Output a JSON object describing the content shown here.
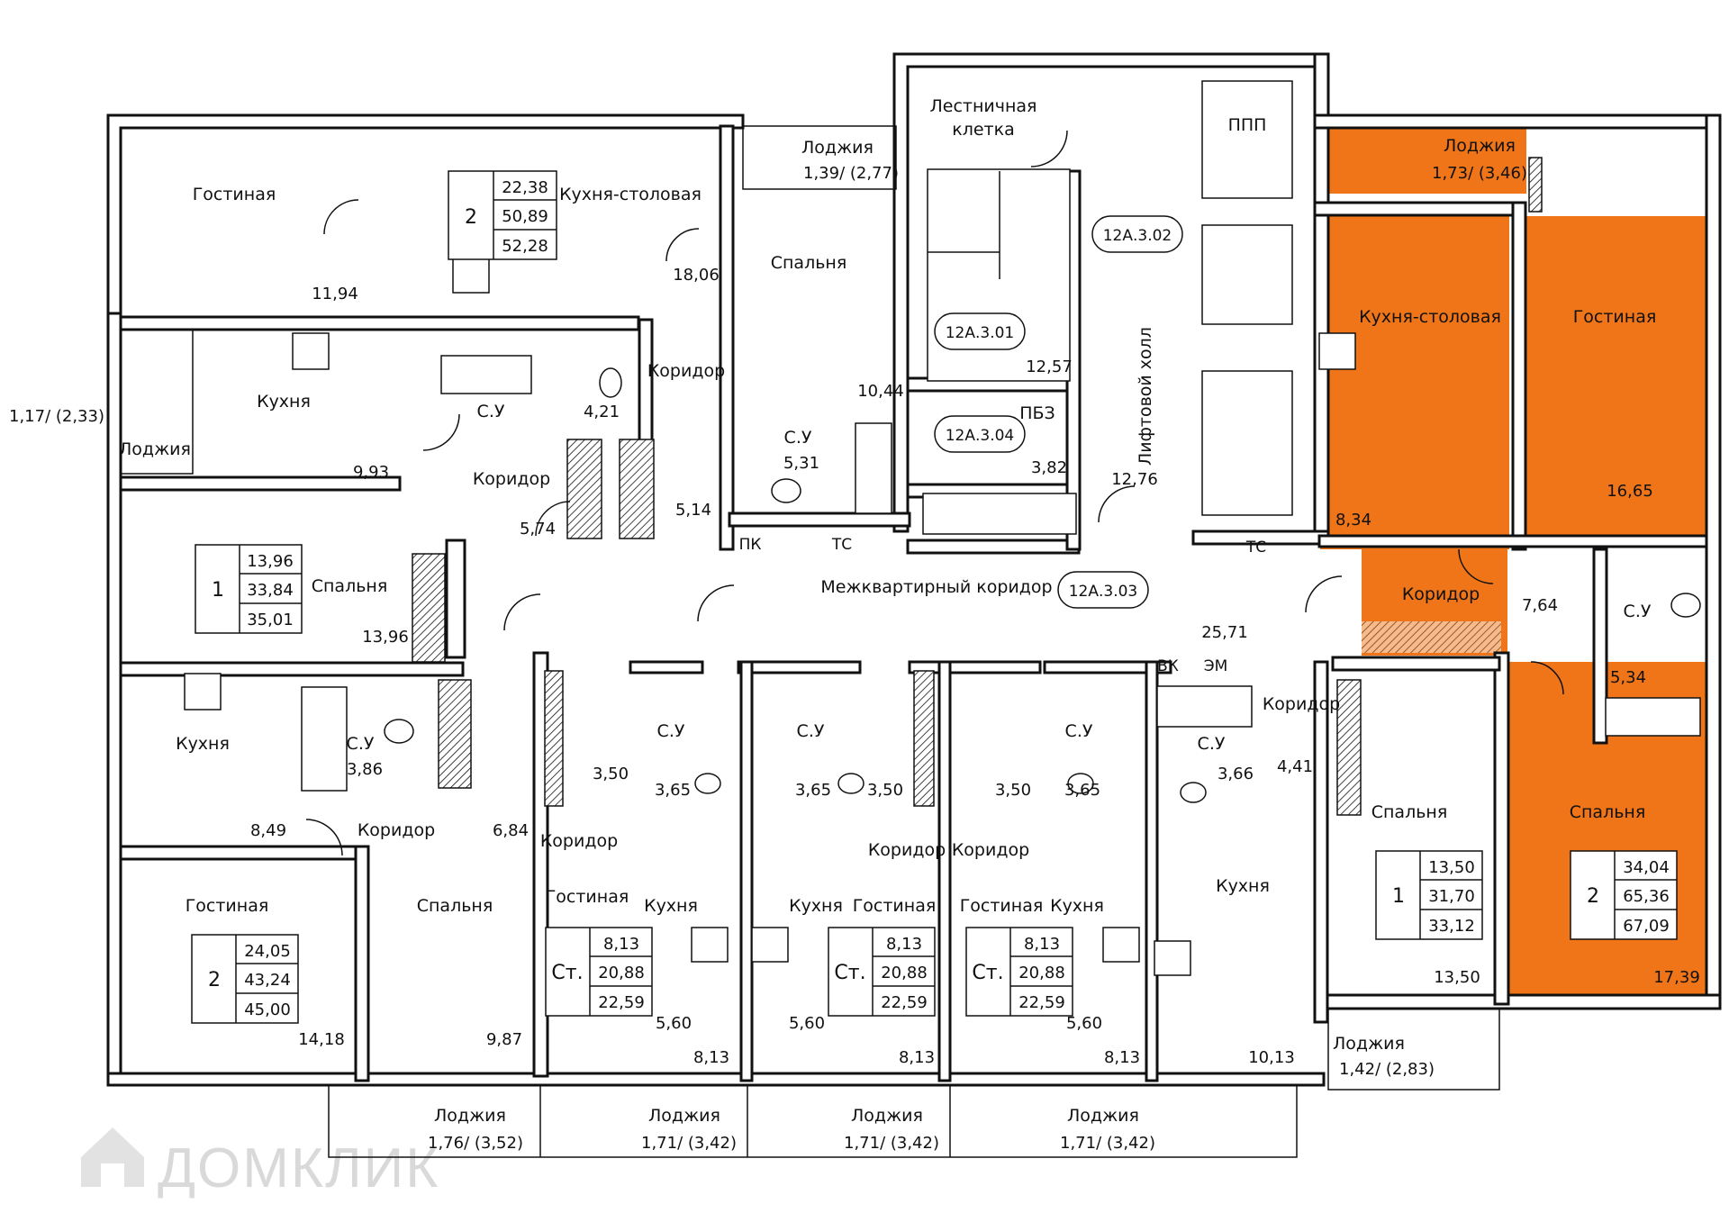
{
  "colors": {
    "highlight": "#ef7518",
    "wall": "#111111",
    "background": "#ffffff",
    "watermark": "#d9d9d9"
  },
  "watermark": "ДОМКЛИК",
  "service_rooms": [
    {
      "id": "stair",
      "label": "Лестничная клетка",
      "label_l1": "Лестничная",
      "label_l2": "клетка",
      "area": "12,57",
      "tag": "12А.3.01"
    },
    {
      "id": "elev_hall",
      "label": "Лифтовой холл",
      "area": "12,76",
      "tag": "12А.3.02"
    },
    {
      "id": "corridor_common",
      "label": "Межквартирный коридор",
      "area": "25,71",
      "tag": "12А.3.03"
    },
    {
      "id": "pbz",
      "label": "ПБЗ",
      "area": "3,82",
      "tag": "12А.3.04"
    },
    {
      "id": "ppp",
      "label": "ППП"
    }
  ],
  "markers": {
    "pk": "ПК",
    "ts1": "ТС",
    "ts2": "ТС",
    "vk": "ВК",
    "em": "ЭМ"
  },
  "apartments": [
    {
      "id": "a1",
      "rooms": "2",
      "living": "22,38",
      "total": "50,89",
      "total_loggia": "52,28",
      "spaces": [
        {
          "name": "Гостиная",
          "area": "11,94"
        },
        {
          "name": "Кухня-столовая",
          "area": "18,06"
        },
        {
          "name": "Лоджия",
          "area": "1,39/ (2,77)"
        }
      ]
    },
    {
      "id": "a2",
      "rooms": "1",
      "living": "13,96",
      "total": "33,84",
      "total_loggia": "35,01",
      "spaces": [
        {
          "name": "Кухня",
          "area": "9,93"
        },
        {
          "name": "С.У",
          "area": "4,21"
        },
        {
          "name": "Коридор",
          "area": "5,74"
        },
        {
          "name": "Спальня",
          "area": "13,96"
        },
        {
          "name": "Лоджия",
          "area": "1,17/ (2,33)"
        }
      ]
    },
    {
      "id": "a3",
      "spaces": [
        {
          "name": "Спальня",
          "area": "10,44"
        },
        {
          "name": "Коридор",
          "area": "5,14"
        },
        {
          "name": "С.У",
          "area": "5,31"
        }
      ]
    },
    {
      "id": "a4",
      "rooms": "2",
      "living": "24,05",
      "total": "43,24",
      "total_loggia": "45,00",
      "spaces": [
        {
          "name": "Кухня",
          "area": "8,49"
        },
        {
          "name": "С.У",
          "area": "3,86"
        },
        {
          "name": "Коридор",
          "area": "6,84"
        },
        {
          "name": "Гостиная",
          "area": "14,18"
        },
        {
          "name": "Спальня",
          "area": "9,87"
        },
        {
          "name": "Лоджия",
          "area": "1,76/ (3,52)"
        }
      ]
    },
    {
      "id": "s1",
      "rooms": "Ст.",
      "living": "8,13",
      "total": "20,88",
      "total_loggia": "22,59",
      "spaces": [
        {
          "name": "С.У",
          "area": "3,65"
        },
        {
          "name": "Коридор",
          "area": "3,50"
        },
        {
          "name": "Гостиная",
          "area": "8,13"
        },
        {
          "name": "Кухня",
          "area": "5,60"
        },
        {
          "name": "Лоджия",
          "area": "1,71/ (3,42)"
        }
      ]
    },
    {
      "id": "s2",
      "rooms": "Ст.",
      "living": "8,13",
      "total": "20,88",
      "total_loggia": "22,59",
      "spaces": [
        {
          "name": "С.У",
          "area": "3,65"
        },
        {
          "name": "Коридор",
          "area": "3,50"
        },
        {
          "name": "Гостиная",
          "area": "8,13"
        },
        {
          "name": "Кухня",
          "area": "5,60"
        },
        {
          "name": "Лоджия",
          "area": "1,71/ (3,42)"
        }
      ]
    },
    {
      "id": "s3",
      "rooms": "Ст.",
      "living": "8,13",
      "total": "20,88",
      "total_loggia": "22,59",
      "spaces": [
        {
          "name": "С.У",
          "area": "3,65"
        },
        {
          "name": "Коридор",
          "area": "3,50"
        },
        {
          "name": "Гостиная",
          "area": "8,13"
        },
        {
          "name": "Кухня",
          "area": "5,60"
        },
        {
          "name": "Лоджия",
          "area": "1,71/ (3,42)"
        }
      ]
    },
    {
      "id": "a5",
      "rooms": "1",
      "living": "13,50",
      "total": "31,70",
      "total_loggia": "33,12",
      "spaces": [
        {
          "name": "С.У",
          "area": "3,66"
        },
        {
          "name": "Коридор",
          "area": "4,41"
        },
        {
          "name": "Кухня",
          "area": "10,13"
        },
        {
          "name": "Спальня",
          "area": "13,50"
        },
        {
          "name": "Лоджия",
          "area": "1,42/ (2,83)"
        }
      ]
    },
    {
      "id": "a6",
      "highlighted": true,
      "rooms": "2",
      "living": "34,04",
      "total": "65,36",
      "total_loggia": "67,09",
      "spaces": [
        {
          "name": "Лоджия",
          "area": "1,73/ (3,46)"
        },
        {
          "name": "Кухня-столовая",
          "area": "8,34"
        },
        {
          "name": "Гостиная",
          "area": "16,65"
        },
        {
          "name": "Коридор",
          "area": "7,64"
        },
        {
          "name": "С.У",
          "area": "5,34"
        },
        {
          "name": "Спальня",
          "area": "17,39"
        }
      ]
    }
  ]
}
